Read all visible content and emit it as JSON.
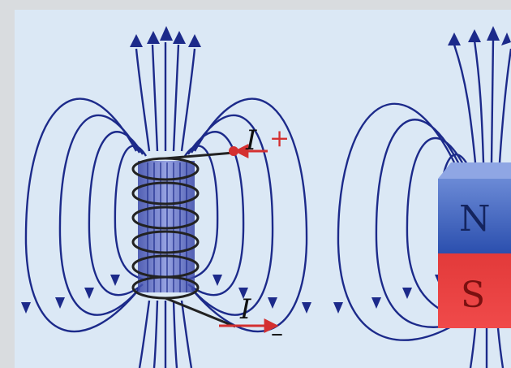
{
  "solenoid": {
    "current_top_label": "I",
    "current_bottom_label": "I",
    "plus_label": "+",
    "minus_label": "–"
  },
  "magnet": {
    "north_label": "N",
    "south_label": "S"
  },
  "colors": {
    "frame": "#d9dcdf",
    "panel": "#dbe8f5",
    "field_line": "#1c2a8a",
    "coil": "#222222",
    "current": "#d43030",
    "north": "#2f57b8",
    "south": "#e22a2a"
  }
}
